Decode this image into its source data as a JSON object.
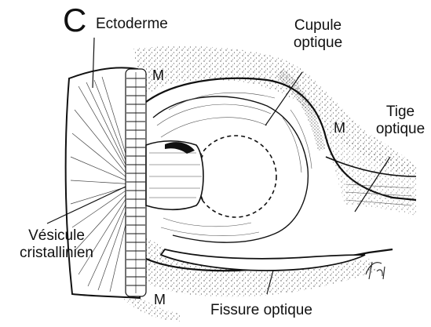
{
  "figure": {
    "panel_letter": "C",
    "labels": {
      "ectoderme": "Ectoderme",
      "cupule_line1": "Cupule",
      "cupule_line2": "optique",
      "tige_line1": "Tige",
      "tige_line2": "optique",
      "vesicule_line1": "Vésicule",
      "vesicule_line2": "cristallinien",
      "fissure": "Fissure optique",
      "m_top": "M",
      "m_right": "M",
      "m_bottom": "M"
    },
    "signature": "Th"
  }
}
